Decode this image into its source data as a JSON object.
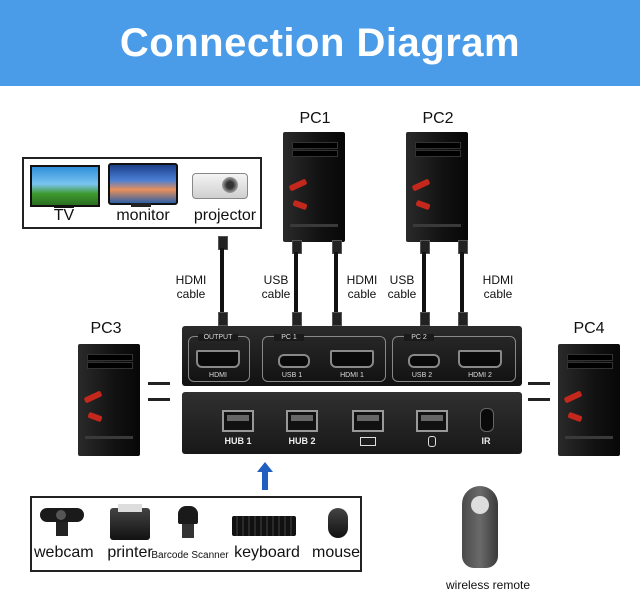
{
  "banner": {
    "title": "Connection Diagram",
    "bg_color": "#4a9be8"
  },
  "displays": {
    "tv": "TV",
    "monitor": "monitor",
    "projector": "projector"
  },
  "computers": {
    "pc1": "PC1",
    "pc2": "PC2",
    "pc3": "PC3",
    "pc4": "PC4"
  },
  "cables": {
    "hdmi_output": "HDMI\ncable",
    "usb_pc1": "USB\ncable",
    "hdmi_pc1": "HDMI\ncable",
    "usb_pc2": "USB\ncable",
    "hdmi_pc2": "HDMI\ncable"
  },
  "switch_rear": {
    "output_group": "OUTPUT",
    "pc1_group": "PC 1",
    "pc2_group": "PC 2",
    "ports": [
      "HDMI",
      "USB 1",
      "HDMI 1",
      "USB 2",
      "HDMI 2"
    ]
  },
  "switch_front": {
    "ports": [
      "HUB 1",
      "HUB 2",
      "",
      "",
      "IR"
    ],
    "icons": [
      "keyboard-icon",
      "mouse-icon"
    ]
  },
  "peripherals": {
    "webcam": "webcam",
    "printer": "printer",
    "barcode": "Barcode Scanner",
    "keyboard": "keyboard",
    "mouse": "mouse"
  },
  "remote": {
    "label": "wireless remote"
  },
  "colors": {
    "accent_blue": "#4a9be8",
    "arrow_blue": "#1f5fbf",
    "pc_red": "#c4281d"
  }
}
